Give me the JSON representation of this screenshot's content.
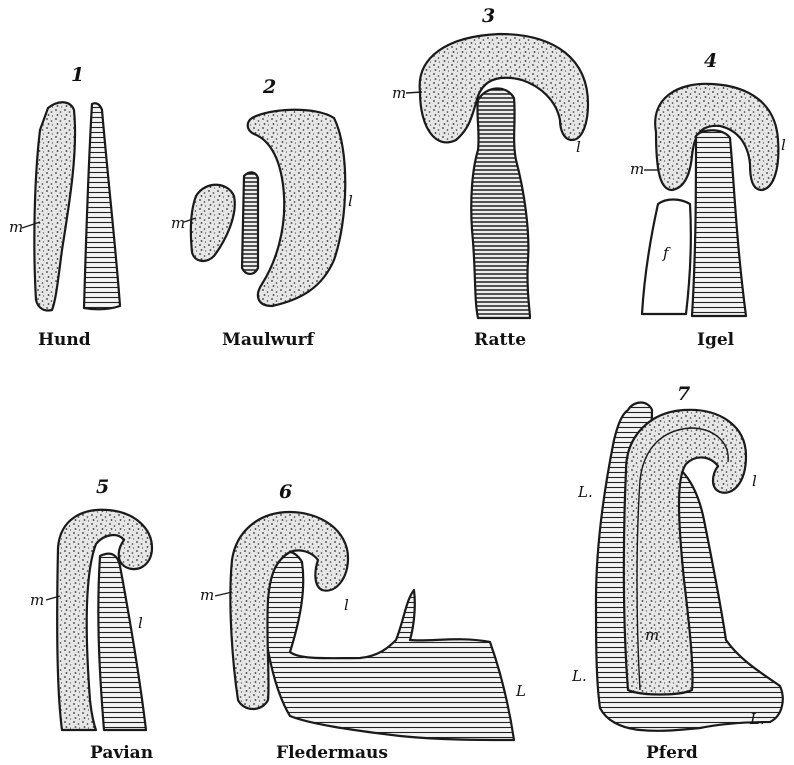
{
  "figures": [
    {
      "number": "1",
      "caption": "Hund",
      "labels": [
        "m"
      ]
    },
    {
      "number": "2",
      "caption": "Maulwurf",
      "labels": [
        "m",
        "l"
      ]
    },
    {
      "number": "3",
      "caption": "Ratte",
      "labels": [
        "m",
        "l"
      ]
    },
    {
      "number": "4",
      "caption": "Igel",
      "labels": [
        "m",
        "l",
        "f"
      ]
    },
    {
      "number": "5",
      "caption": "Pavian",
      "labels": [
        "m",
        "l"
      ]
    },
    {
      "number": "6",
      "caption": "Fledermaus",
      "labels": [
        "m",
        "l",
        "L"
      ]
    },
    {
      "number": "7",
      "caption": "Pferd",
      "labels": [
        "L.",
        "l",
        "m",
        "L.",
        "L."
      ]
    }
  ],
  "colors": {
    "ink": "#1a1a1a",
    "paper": "#ffffff",
    "stipple_fill": "#d9d9d9",
    "hatch_fill": "#f2f2f2"
  }
}
